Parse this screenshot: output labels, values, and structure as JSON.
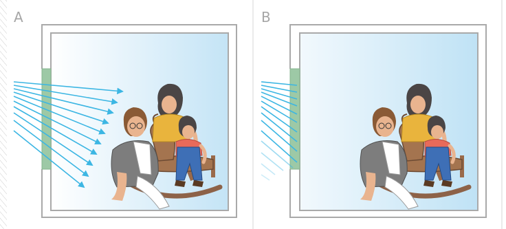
{
  "panels": [
    {
      "label": "A",
      "rays": "pass-through-window"
    },
    {
      "label": "B",
      "rays": "blocked-at-window"
    }
  ],
  "colors": {
    "frame": "#a9a9a9",
    "room_fill_left": "#ffffff",
    "room_fill_right": "#c4e4f6",
    "window": "#9dc9a6",
    "ray": "#3cb6e3",
    "divider": "#d4d4d4",
    "hatch": "#c9c9c9",
    "skin": "#e9b48f",
    "jacket_grey": "#7d7d7d",
    "overalls_blue": "#3e6fb6",
    "horse_brown": "#9a6a4a",
    "hair_dark": "#4a4545",
    "hair_brown": "#8a5a35",
    "shirt_yellow": "#e9b43d"
  },
  "icons": [
    "family-with-rocking-horse-illustration",
    "sun-ray-arrows"
  ]
}
